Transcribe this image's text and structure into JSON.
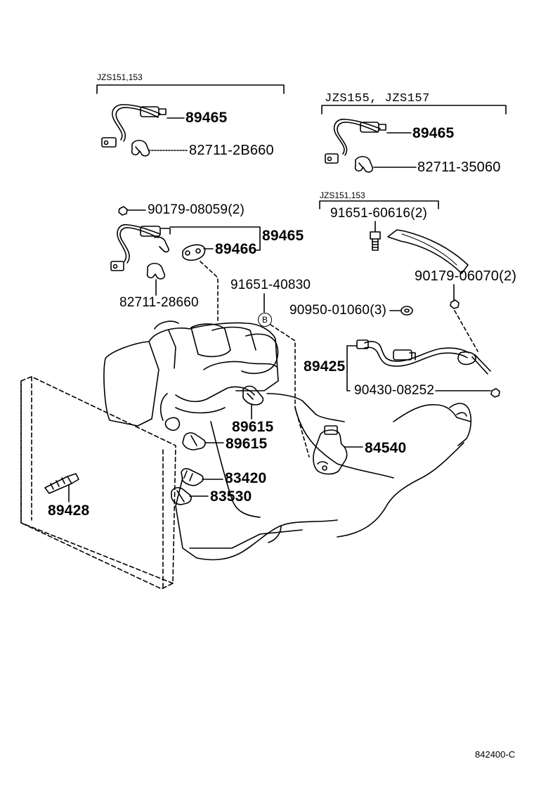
{
  "diagram_code": "842400-C",
  "callout_marker": "B",
  "groups": {
    "g1": "JZS151,153",
    "g2": "JZS155, JZS157",
    "g3": "JZS151,153"
  },
  "parts": {
    "p_89465_a": "89465",
    "p_82711_2b660": "82711-2B660",
    "p_89465_b": "89465",
    "p_82711_35060": "82711-35060",
    "p_91651_60616": "91651-60616(2)",
    "p_90179_08059": "90179-08059(2)",
    "p_89465_c": "89465",
    "p_89466": "89466",
    "p_82711_28660": "82711-28660",
    "p_91651_40830": "91651-40830",
    "p_90179_06070": "90179-06070(2)",
    "p_90950_01060": "90950-01060(3)",
    "p_89425": "89425",
    "p_90430_08252": "90430-08252",
    "p_89615_a": "89615",
    "p_89615_b": "89615",
    "p_84540": "84540",
    "p_83420": "83420",
    "p_83530": "83530",
    "p_89428": "89428"
  }
}
